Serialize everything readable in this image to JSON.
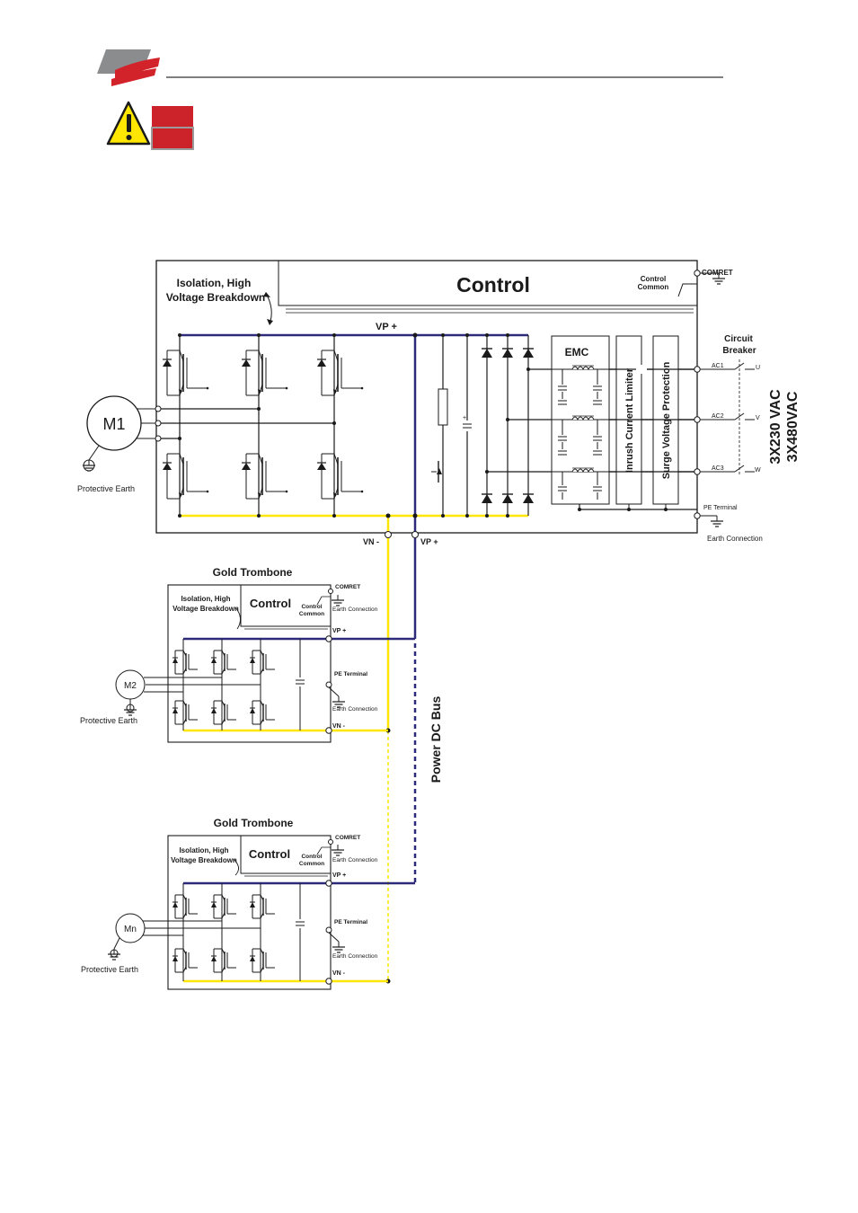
{
  "header": {
    "logo_name": "company-logo"
  },
  "warning": {
    "icon": "warning-triangle-icon",
    "colors": {
      "red": "#cc2229",
      "yellow": "#ffe600"
    }
  },
  "main_drive": {
    "isolation_label_1": "Isolation, High",
    "isolation_label_2": "Voltage Breakdown",
    "control_label": "Control",
    "control_common_1": "Control",
    "control_common_2": "Common",
    "comret_label": "COMRET",
    "vp_label": "VP +",
    "emc_label": "EMC",
    "inrush_label": "Inrush Current Limiter",
    "surge_label": "Surge Voltage Protection",
    "breaker_label_1": "Circuit",
    "breaker_label_2": "Breaker",
    "ac_labels": [
      "AC1",
      "AC2",
      "AC3"
    ],
    "phase_labels": [
      "U",
      "V",
      "W"
    ],
    "pe_terminal_label": "PE Terminal",
    "earth_connection_label": "Earth Connection",
    "motor_label": "M1",
    "protective_earth_label": "Protective Earth",
    "supply_label_1": "3X230 VAC",
    "supply_label_2": "3X480VAC",
    "vn_out_label": "VN -",
    "vp_out_label": "VP +"
  },
  "bus": {
    "label": "Power DC Bus"
  },
  "slave_drives": [
    {
      "title": "Gold Trombone",
      "isolation_label_1": "Isolation, High",
      "isolation_label_2": "Voltage Breakdown",
      "control_label": "Control",
      "control_common_1": "Control",
      "control_common_2": "Common",
      "comret_label": "COMRET",
      "earth_connection_top": "Earth Connection",
      "vp_label": "VP +",
      "pe_terminal_label": "PE Terminal",
      "earth_connection_label": "Earth Connection",
      "vn_label": "VN -",
      "motor_label": "M2",
      "protective_earth_label": "Protective Earth"
    },
    {
      "title": "Gold Trombone",
      "isolation_label_1": "Isolation, High",
      "isolation_label_2": "Voltage Breakdown",
      "control_label": "Control",
      "control_common_1": "Control",
      "control_common_2": "Common",
      "comret_label": "COMRET",
      "earth_connection_top": "Earth Connection",
      "vp_label": "VP +",
      "pe_terminal_label": "PE Terminal",
      "earth_connection_label": "Earth Connection",
      "vn_label": "VN -",
      "motor_label": "Mn",
      "protective_earth_label": "Protective Earth"
    }
  ],
  "colors": {
    "vp_bus": "#2e2a7a",
    "vn_bus": "#ffe600",
    "line": "#1a1a1a"
  }
}
